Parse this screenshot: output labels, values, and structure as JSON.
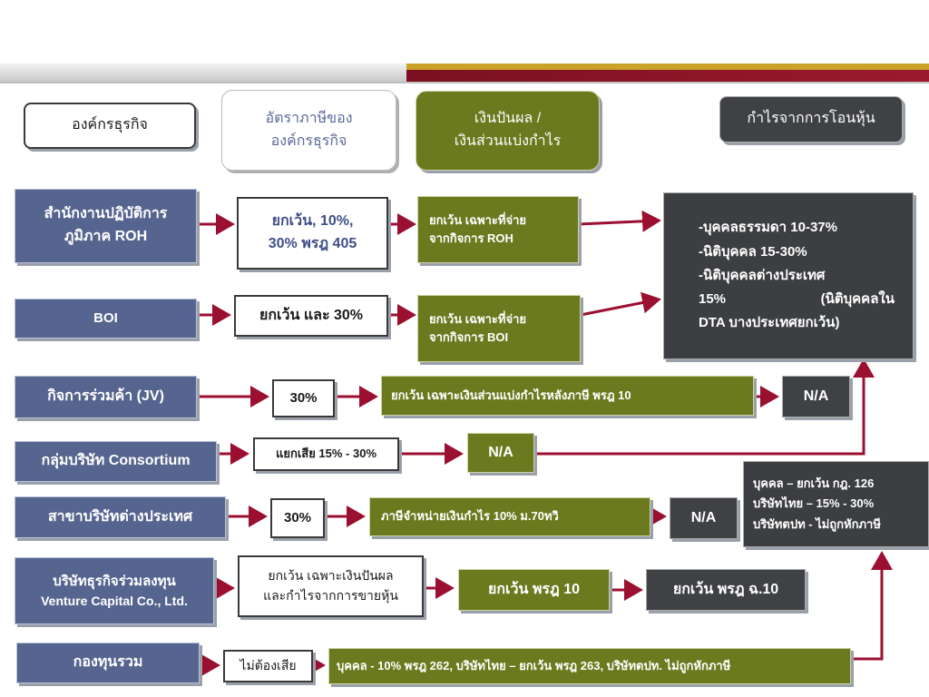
{
  "header": {
    "col1": "องค์กรธุรกิจ",
    "col2": [
      "อัตราภาษีของ",
      "องค์กรธุรกิจ"
    ],
    "col3": [
      "เงินปันผล /",
      "เงินส่วนแบ่งกำไร"
    ],
    "col4": "กำไรจากการโอนหุ้น"
  },
  "rows": {
    "roh": {
      "entity": [
        "สำนักงานปฏิบัติการ",
        "ภูมิภาค ROH"
      ],
      "tax": [
        "ยกเว้น, 10%,",
        "30% พรฎ 405"
      ],
      "dividend": [
        "ยกเว้น เฉพาะที่จ่าย",
        "จากกิจการ ROH"
      ]
    },
    "boi": {
      "entity": "BOI",
      "tax": "ยกเว้น และ 30%",
      "dividend": [
        "ยกเว้น เฉพาะที่จ่าย",
        "จากกิจการ BOI"
      ]
    },
    "jv": {
      "entity": "กิจการร่วมค้า (JV)",
      "tax": "30%",
      "dividend": "ยกเว้น เฉพาะเงินส่วนแบ่งกำไรหลังภาษี พรฎ 10",
      "gain": "N/A"
    },
    "consortium": {
      "entity": "กลุ่มบริษัท Consortium",
      "tax": "แยกเสีย 15% - 30%",
      "dividend": "N/A"
    },
    "branch": {
      "entity": "สาขาบริษัทต่างประเทศ",
      "tax": "30%",
      "dividend": "ภาษีจำหน่ายเงินกำไร 10% ม.70ทวิ",
      "gain": "N/A"
    },
    "vc": {
      "entity": [
        "บริษัทธุรกิจร่วมลงทุน",
        "Venture Capital Co., Ltd."
      ],
      "tax": [
        "ยกเว้น เฉพาะเงินปันผล",
        "และกำไรจากการขายหุ้น"
      ],
      "dividend": "ยกเว้น พรฎ 10",
      "gain": "ยกเว้น พรฎ ฉ.10"
    },
    "fund": {
      "entity": "กองทุนรวม",
      "tax": "ไม่ต้องเสีย",
      "dividend": "บุคคล - 10% พรฎ 262, บริษัทไทย – ยกเว้น พรฎ 263, บริษัทตปท. ไม่ถูกหักภาษี"
    }
  },
  "gain_general": [
    "-บุคคลธรรมดา 10-37%",
    "-นิติบุคคล 15-30%",
    "-นิติบุคคลต่างประเทศ",
    "15%",
    "(นิติบุคคลใน",
    "DTA บางประเทศยกเว้น)"
  ],
  "gain_fund": [
    "บุคคล – ยกเว้น กฎ. 126",
    "บริษัทไทย – 15% - 30%",
    "บริษัทตปท - ไม่ถูกหักภาษี"
  ],
  "colors": {
    "entity_blue": "#56658f",
    "olive": "#6b7a1e",
    "dark_gray": "#3f4144",
    "arrow_red": "#9b1030",
    "banner_gold": "#c9a227",
    "banner_maroon": "#8a1a2a"
  }
}
